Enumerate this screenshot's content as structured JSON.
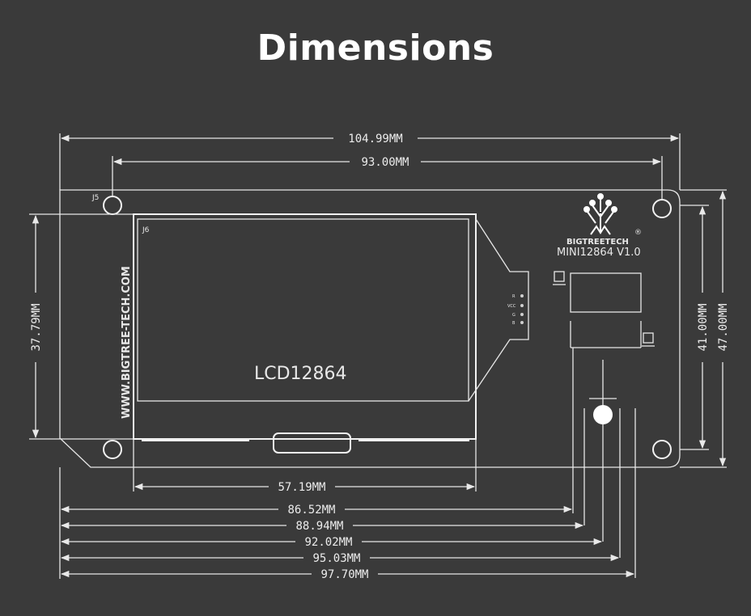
{
  "title": "Dimensions",
  "dimensions": {
    "overall_width": "104.99MM",
    "hole_spacing_x": "93.00MM",
    "lcd_height": "37.79MM",
    "hole_spacing_y": "41.00MM",
    "overall_height": "47.00MM",
    "lcd_width": "57.19MM",
    "d1": "86.52MM",
    "d2": "88.94MM",
    "d3": "92.02MM",
    "d4": "95.03MM",
    "d5": "97.70MM"
  },
  "board": {
    "connector_j5": "J5",
    "connector_j6": "J6",
    "website": "WWW.BIGTREE-TECH.COM",
    "lcd_label": "LCD12864",
    "brand": "BIGTREETECH",
    "model": "MINI12864 V1.0",
    "registered": "®",
    "pins": [
      "R",
      "VCC",
      "G",
      "B"
    ]
  },
  "colors": {
    "background": "#3a3a3a",
    "line": "#e8e8e8"
  },
  "icons": [
    "bigtreetech-logo-icon"
  ]
}
